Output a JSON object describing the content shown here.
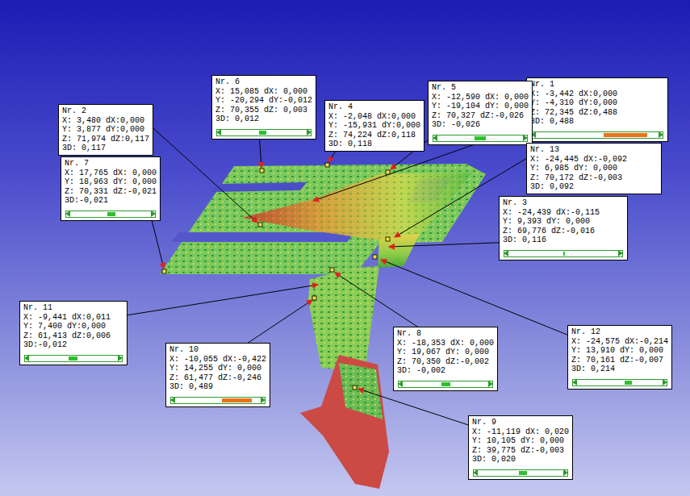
{
  "diagram": {
    "nodes": [
      {
        "text": [
          "Nr. 1",
          "X: -3,442 dX:0,000",
          "Y: -4,310 dY:0,000",
          "Z: 72,345 dZ:0,488",
          "3D: 0,488"
        ]
      },
      {
        "text": [
          "Nr. 2",
          "X: 3,480 dX:0,000",
          "Y: 3,877 dY:0,000",
          "Z: 71,974 dZ:0,117",
          "3D: 0,117"
        ]
      },
      {
        "text": [
          "Nr. 3",
          "X: -24,439 dX:-0,115",
          "Y: 9,393 dY: 0,000",
          "Z: 69,776 dZ:-0,016",
          "3D: 0,116"
        ]
      },
      {
        "text": [
          "Nr. 4",
          "X: -2,048 dX:0,000",
          "Y: -15,931 dY:0,000",
          "Z: 74,224 dZ:0,118",
          "3D: 0,118"
        ]
      },
      {
        "text": [
          "Nr. 5",
          "X: -12,590 dX: 0,000",
          "Y: -19,104 dY: 0,000",
          "Z: 70,327 dZ:-0,026",
          "3D: -0,026"
        ]
      },
      {
        "text": [
          "Nr. 6",
          "X: 15,085 dX: 0,000",
          "Y: -20,294 dY:-0,012",
          "Z: 70,355 dZ: 0,003",
          "3D: 0,012"
        ]
      },
      {
        "text": [
          "Nr. 7",
          "X: 17,765 dX: 0,000",
          "Y: 18,963 dY: 0,000",
          "Z: 70,331 dZ:-0,021",
          "3D:-0,021"
        ]
      },
      {
        "text": [
          "Nr. 8",
          "X: -18,353 dX: 0,000",
          "Y: 19,067 dY: 0,000",
          "Z: 70,350 dZ:-0,002",
          "3D: -0,002"
        ]
      },
      {
        "text": [
          "Nr. 9",
          "X: -11,119 dX: 0,020",
          "Y: 10,105 dY: 0,000",
          "Z: 39,775 dZ:-0,003",
          "3D: 0,020"
        ]
      },
      {
        "text": [
          "Nr. 10",
          "X: -10,055 dX:-0,422",
          "Y: 14,255 dY: 0,000",
          "Z: 61,477 dZ:-0,246",
          "3D: 0,489"
        ]
      },
      {
        "text": [
          "Nr. 11",
          "X: -9,441 dX:0,011",
          "Y: 7,400 dY:0,000",
          "Z: 61,413 dZ:0,006",
          "3D:-0,012"
        ]
      },
      {
        "text": [
          "Nr. 12",
          "X: -24,575 dX:-0,214",
          "Y: 13,910 dY: 0,000",
          "Z: 70,161 dZ:-0,007",
          "3D: 0,214"
        ]
      },
      {
        "text": [
          "Nr. 13",
          "X: -24,445 dX:-0,092",
          "Y: 6,985 dY: 0,000",
          "Z: 70,172 dZ:-0,003",
          "3D: 0,092"
        ]
      }
    ]
  }
}
